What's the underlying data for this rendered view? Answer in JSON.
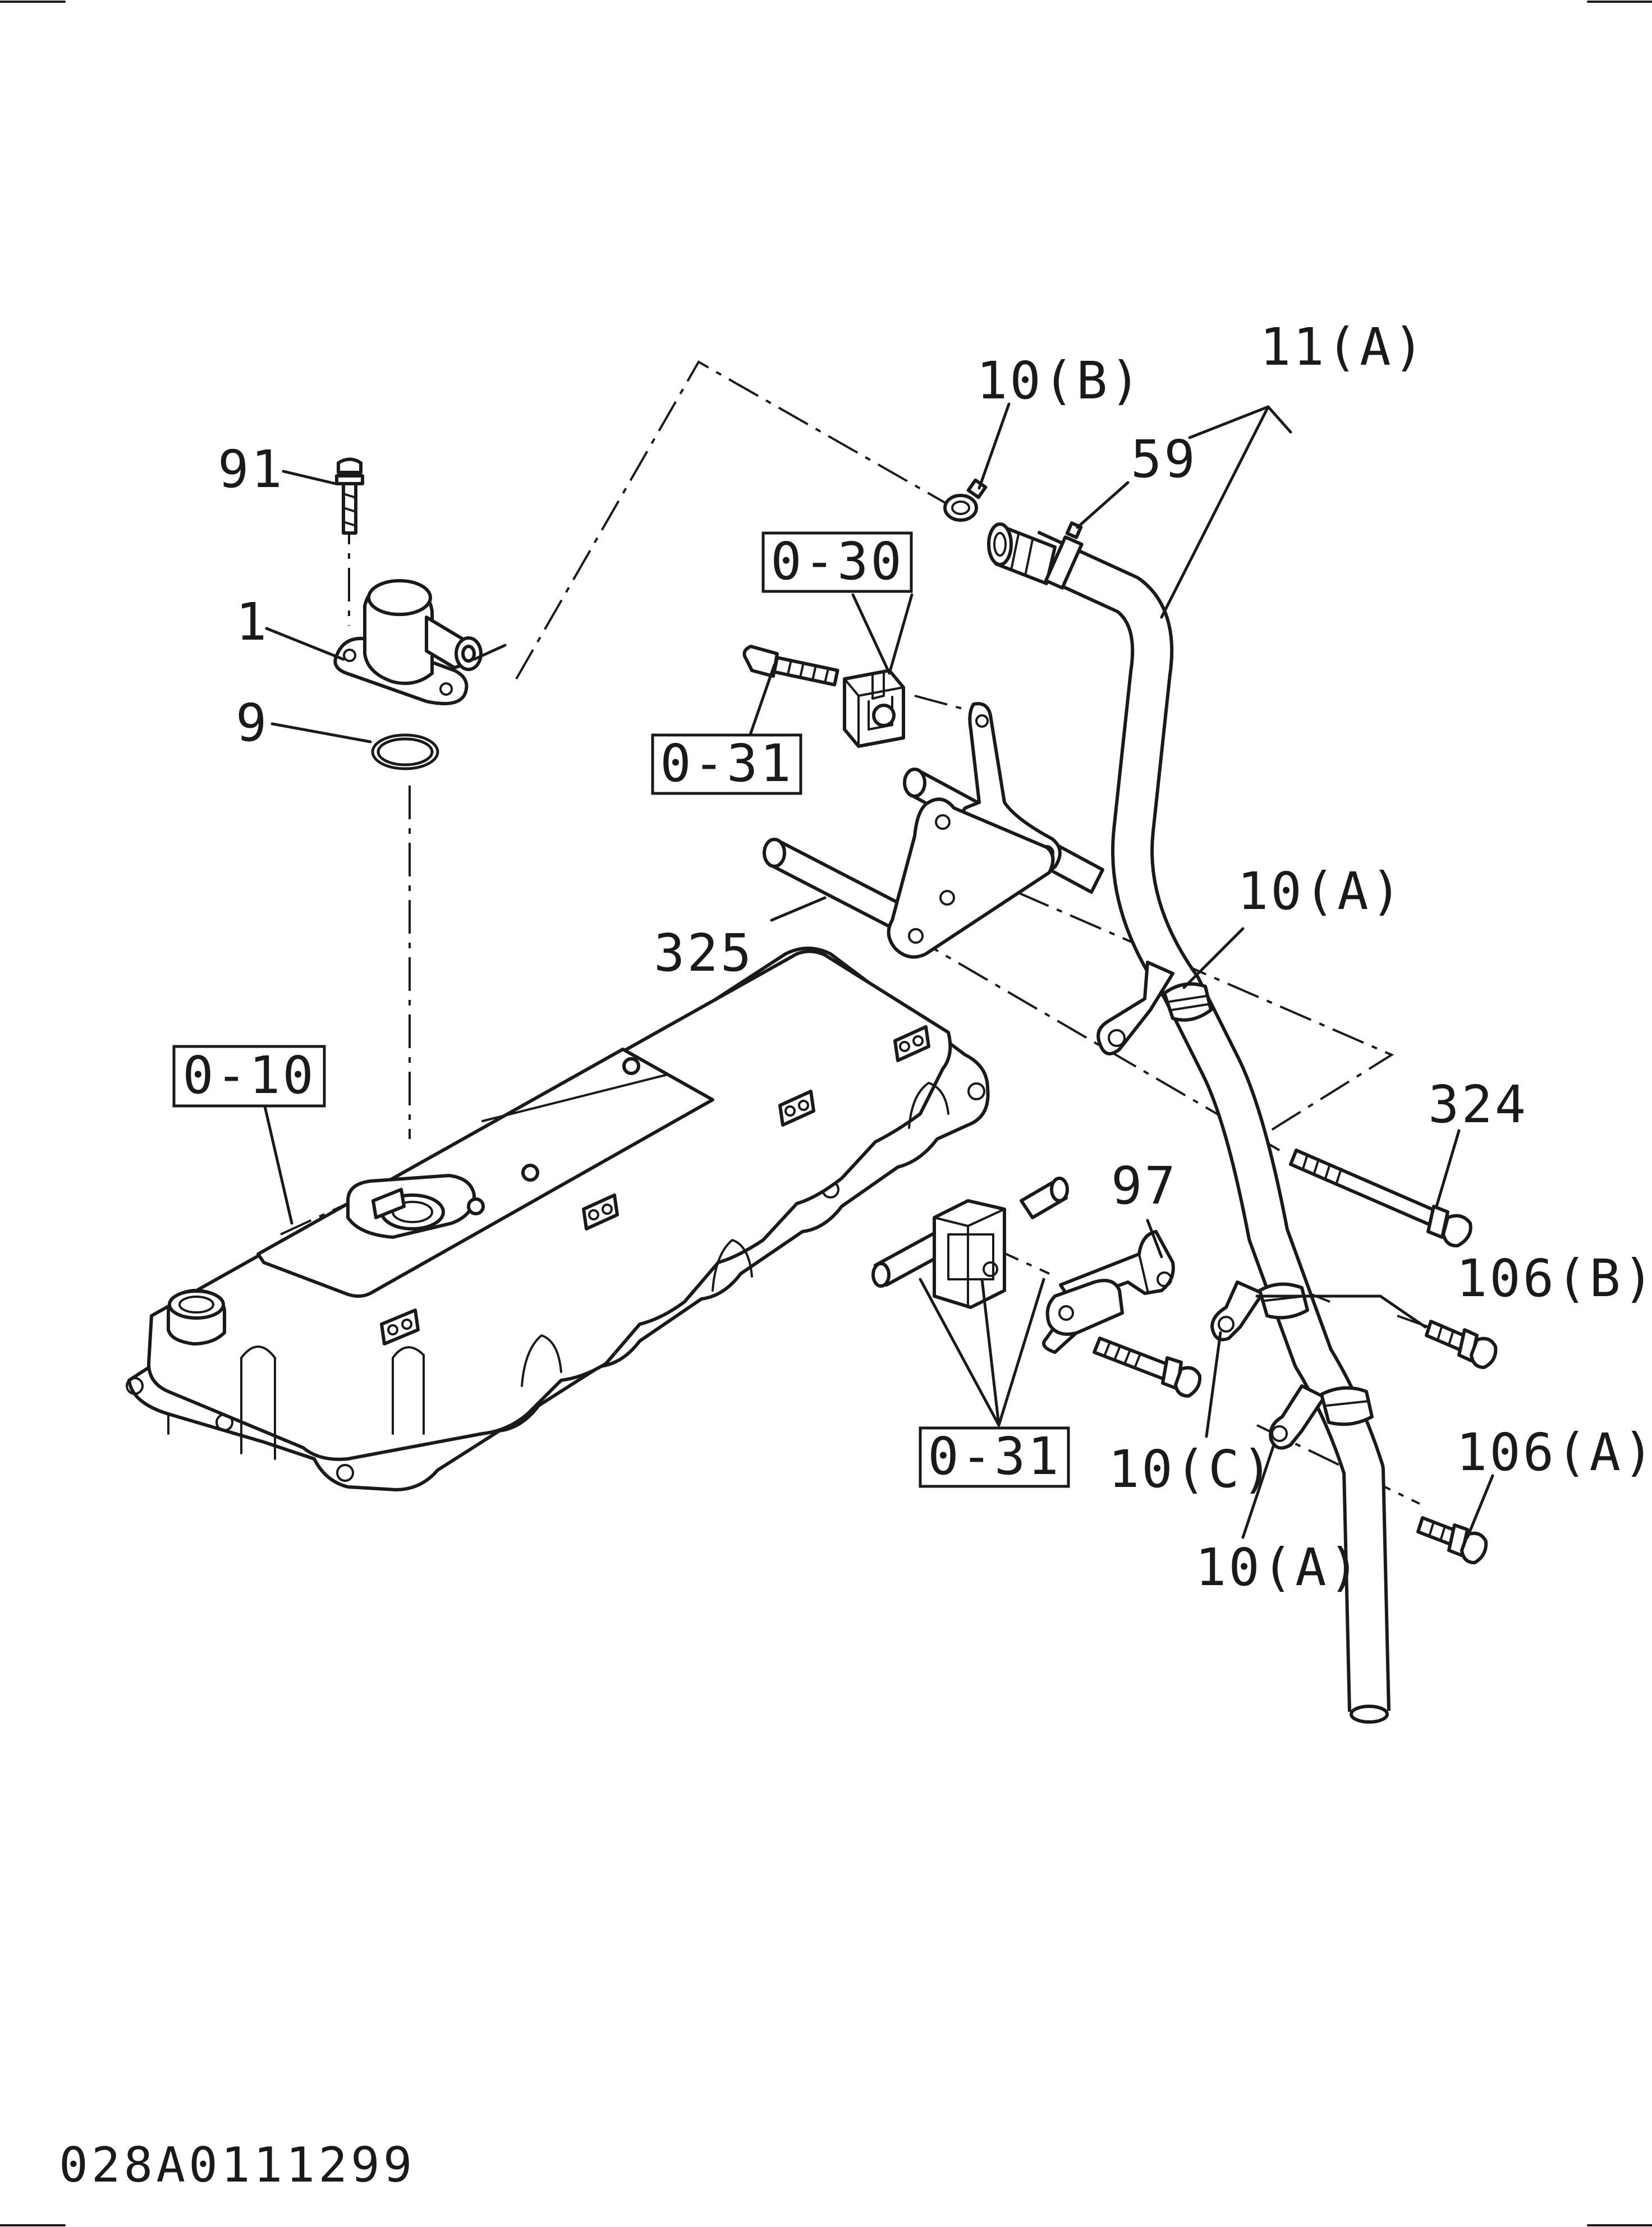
{
  "drawing_code": "028A0111299",
  "labels": {
    "p91": "91",
    "p1": "1",
    "p9": "9",
    "p10b": "10(B)",
    "p11a": "11(A)",
    "p59": "59",
    "p325": "325",
    "p10a_upper": "10(A)",
    "p324": "324",
    "p97": "97",
    "p106b": "106(B)",
    "p106a": "106(A)",
    "p10c": "10(C)",
    "p10a_lower": "10(A)"
  },
  "ref_boxes": {
    "r030": "0-30",
    "r031_upper": "0-31",
    "r010": "0-10",
    "r031_lower": "0-31"
  }
}
